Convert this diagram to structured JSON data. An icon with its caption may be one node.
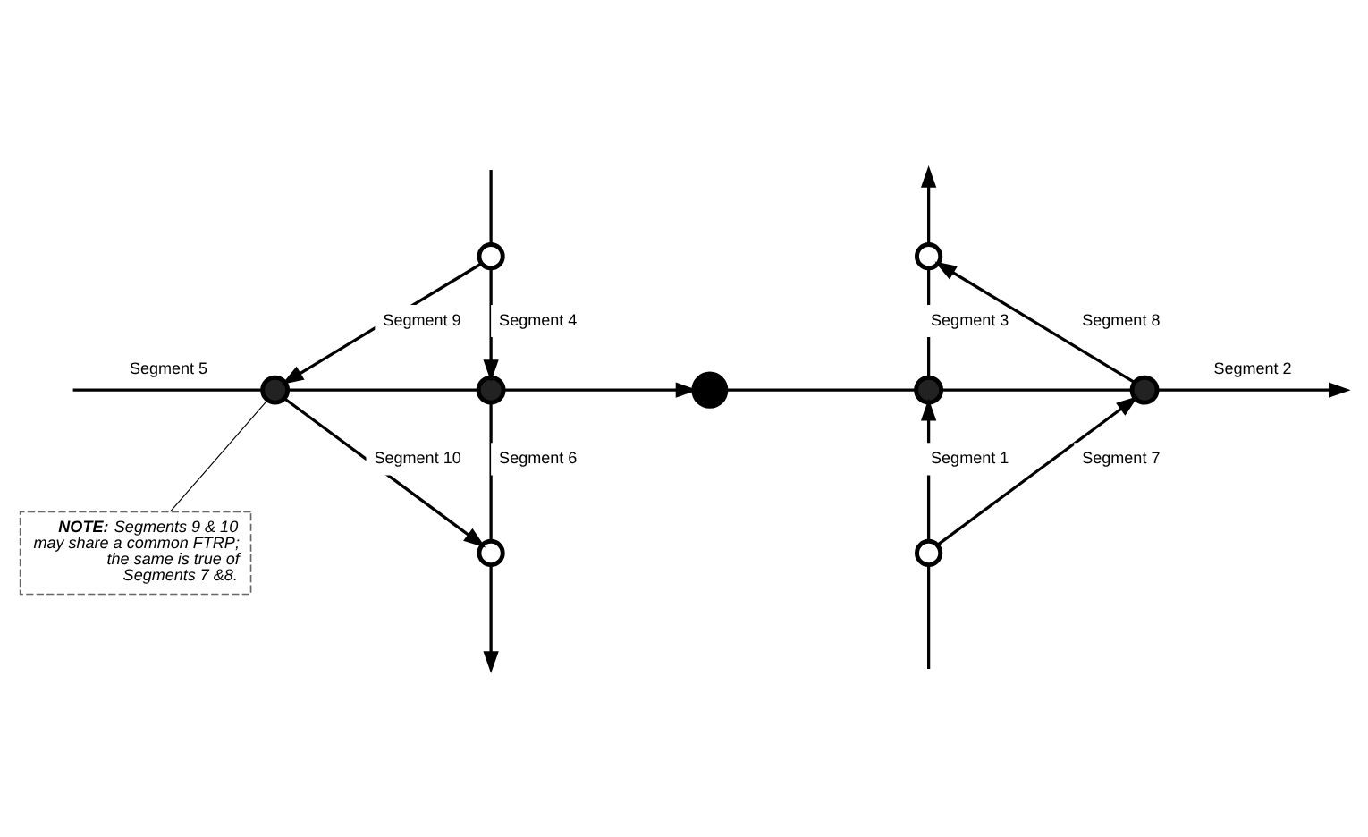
{
  "diagram": {
    "nodes": [
      {
        "text": [],
        "shape": "circle"
      },
      {
        "text": [],
        "shape": "circle"
      },
      {
        "text": [],
        "shape": "circle"
      },
      {
        "text": [],
        "shape": "circle"
      },
      {
        "text": [],
        "shape": "circle"
      },
      {
        "text": [],
        "shape": "circle"
      },
      {
        "text": [],
        "shape": "circle"
      },
      {
        "text": [],
        "shape": "circle"
      },
      {
        "text": [],
        "shape": "circle"
      },
      {
        "text": [
          "**NOTE:** Segments 9 & 10 may share a common FTRP; the same is true of Segments 7 &8."
        ]
      }
    ],
    "edges": [
      {
        "from": null,
        "to": 0,
        "arrow": "none"
      },
      {
        "from": 0,
        "to": 3,
        "arrow": "to",
        "label": "Segment 4"
      },
      {
        "from": 0,
        "to": 2,
        "arrow": "to",
        "label": "Segment 9"
      },
      {
        "from": null,
        "to": 2,
        "arrow": "none",
        "label": "Segment 5"
      },
      {
        "from": 2,
        "to": 3,
        "arrow": "none"
      },
      {
        "from": 3,
        "to": 4,
        "arrow": "to"
      },
      {
        "from": 4,
        "to": 5,
        "arrow": "none"
      },
      {
        "from": 5,
        "to": 6,
        "arrow": "none"
      },
      {
        "from": 6,
        "to": null,
        "arrow": "to",
        "label": "Segment 2"
      },
      {
        "from": 2,
        "to": 7,
        "arrow": "to",
        "label": "Segment 10"
      },
      {
        "from": 3,
        "to": 7,
        "arrow": "none",
        "label": "Segment 6"
      },
      {
        "from": 7,
        "to": null,
        "arrow": "to"
      },
      {
        "from": null,
        "to": 8,
        "arrow": "none"
      },
      {
        "from": 8,
        "to": 5,
        "arrow": "to",
        "label": "Segment 1"
      },
      {
        "from": 8,
        "to": 6,
        "arrow": "to",
        "label": "Segment 7"
      },
      {
        "from": 5,
        "to": 1,
        "arrow": "none",
        "label": "Segment 3"
      },
      {
        "from": 1,
        "to": null,
        "arrow": "to"
      },
      {
        "from": 6,
        "to": 1,
        "arrow": "to",
        "label": "Segment 8"
      },
      {
        "from": 9,
        "to": 2,
        "arrow": "none"
      }
    ]
  }
}
